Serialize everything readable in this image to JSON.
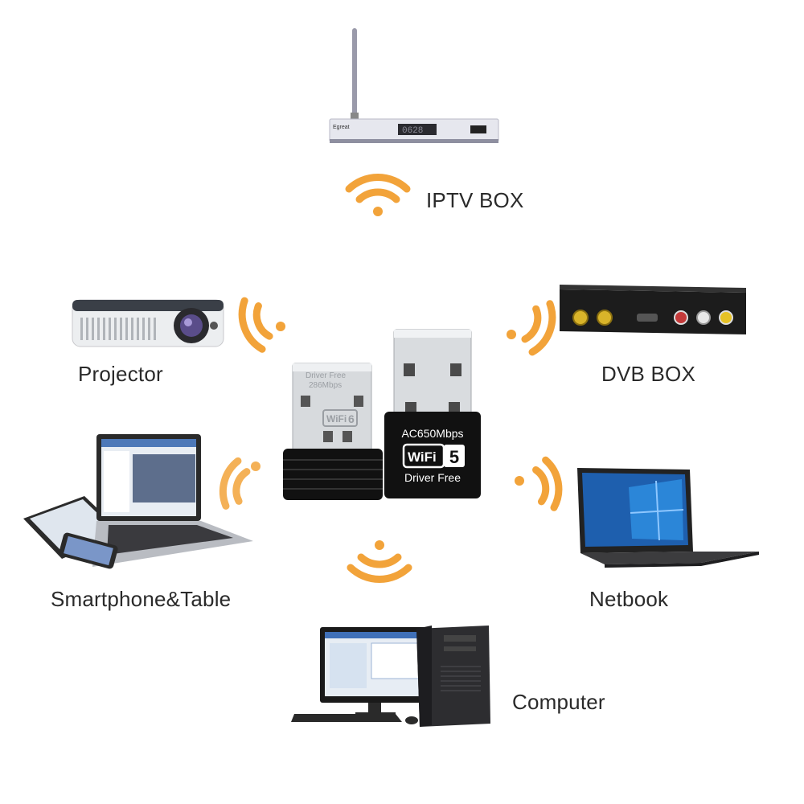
{
  "devices": {
    "iptv": {
      "label": "IPTV BOX",
      "brand": "Egreat",
      "display": "0628"
    },
    "projector": {
      "label": "Projector"
    },
    "dvb": {
      "label": "DVB BOX"
    },
    "smartphone": {
      "label": "Smartphone&Table"
    },
    "netbook": {
      "label": "Netbook"
    },
    "computer": {
      "label": "Computer"
    }
  },
  "adapters": {
    "wifi6": {
      "line1": "Driver Free",
      "line2": "286Mbps",
      "badge_text": "WiFi",
      "badge_number": "6"
    },
    "wifi5": {
      "speed": "AC650Mbps",
      "badge_text": "WiFi",
      "badge_number": "5",
      "driver": "Driver Free"
    }
  },
  "colors": {
    "wifi_signal": "#f2a33a",
    "adapter_body": "#111111",
    "usb_metal": "#cfd3d6"
  },
  "icons": [
    "wifi-signal-icon"
  ]
}
